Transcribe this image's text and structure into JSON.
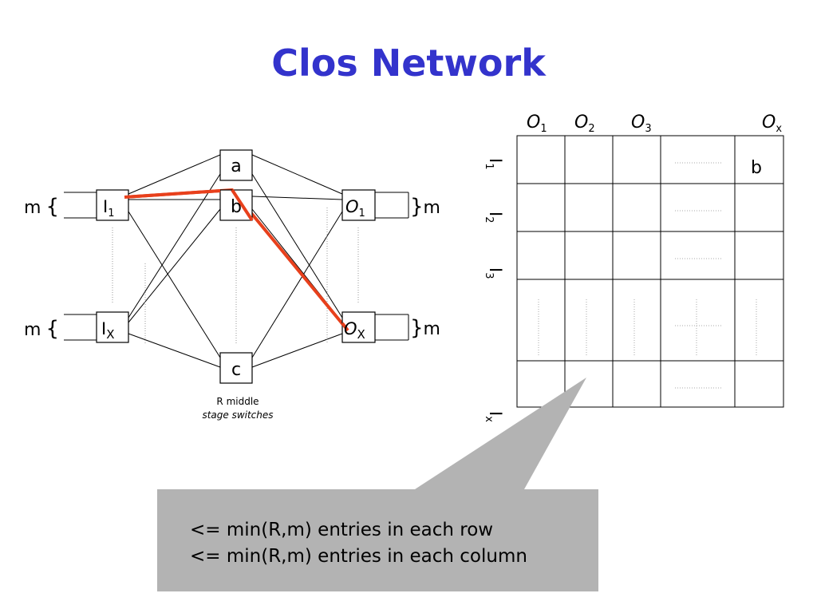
{
  "title": "Clos Network",
  "network": {
    "input_switches": [
      {
        "letter": "I",
        "sub": "1"
      },
      {
        "letter": "I",
        "sub": "X"
      }
    ],
    "middle_switches": [
      "a",
      "b",
      "c"
    ],
    "output_switches": [
      {
        "letter": "O",
        "sub": "1"
      },
      {
        "letter": "O",
        "sub": "X"
      }
    ],
    "m_label": "m",
    "brace_left": "{",
    "brace_right": "}",
    "middle_caption_line1": "R middle",
    "middle_caption_line2": "stage switches"
  },
  "matrix": {
    "columns": [
      {
        "letter": "O",
        "sub": "1"
      },
      {
        "letter": "O",
        "sub": "2"
      },
      {
        "letter": "O",
        "sub": "3"
      },
      {
        "letter": "O",
        "sub": "x"
      }
    ],
    "rows": [
      {
        "letter": "I",
        "sub": "1"
      },
      {
        "letter": "I",
        "sub": "2"
      },
      {
        "letter": "I",
        "sub": "3"
      },
      {
        "letter": "I",
        "sub": "x"
      }
    ],
    "cell_entry": "b"
  },
  "callout": {
    "line1": "<= min(R,m) entries in each row",
    "line2": "<= min(R,m) entries in each column",
    "background": "#b3b3b3"
  },
  "colors": {
    "title": "#3333cc",
    "highlight_path": "#e8401c"
  }
}
